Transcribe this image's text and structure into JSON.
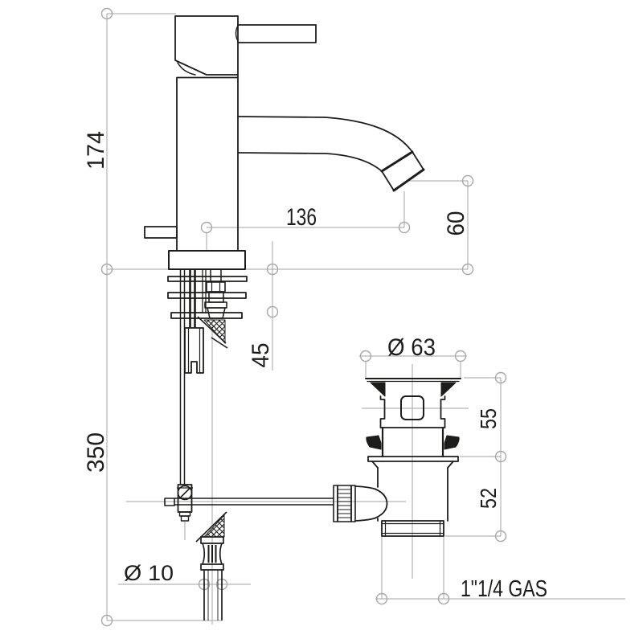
{
  "drawing": {
    "subject": "single-lever basin mixer tap with pop-up waste, dimensioned technical drawing",
    "colors": {
      "line": "#1d1d1b",
      "dimension_line": "#b3b3b3",
      "marker": "#a8a8a8",
      "text": "#1d1d1b",
      "background": "#ffffff"
    },
    "dims": {
      "total_height": "174",
      "spout_reach": "136",
      "spout_outlet_height": "60",
      "mounting_depth": "45",
      "hose_length": "350",
      "waste_flange_diameter": "Ø 63",
      "waste_upper_height": "55",
      "waste_lower_height": "52",
      "hose_diameter": "Ø 10",
      "waste_thread": "1\"1/4 GAS"
    }
  }
}
